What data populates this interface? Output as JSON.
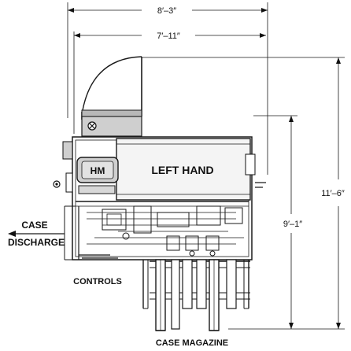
{
  "dimensions": {
    "overall_width": "8′–3″",
    "inner_width": "7′–11″",
    "overall_length": "11′–6″",
    "magazine_length": "9′–1″"
  },
  "labels": {
    "hand": "LEFT HAND",
    "module": "HM",
    "discharge_line1": "CASE",
    "discharge_line2": "DISCHARGE",
    "controls": "CONTROLS",
    "magazine": "CASE MAGAZINE"
  }
}
